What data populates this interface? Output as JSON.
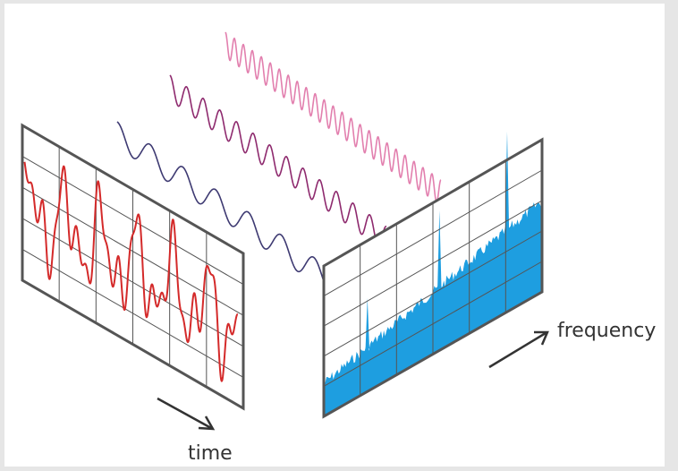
{
  "labels": {
    "time": "time",
    "frequency": "frequency"
  },
  "colors": {
    "frame": "#e6e6e6",
    "background": "#ffffff",
    "panel_border": "#555555",
    "grid": "#555555",
    "time_signal": "#d42a2a",
    "spectrum_fill": "#1e9ee0",
    "arrow": "#333333"
  },
  "waves": [
    {
      "name": "low-frequency-component",
      "color": "#3e3a72",
      "relative_frequency": 1
    },
    {
      "name": "mid-frequency-component",
      "color": "#8e2a6e",
      "relative_frequency": 2
    },
    {
      "name": "high-frequency-component",
      "color": "#e27fae",
      "relative_frequency": 3
    }
  ],
  "spectrum": {
    "peaks": [
      {
        "component": "low-frequency-component",
        "relative_height": 0.45
      },
      {
        "component": "mid-frequency-component",
        "relative_height": 0.7
      },
      {
        "component": "high-frequency-component",
        "relative_height": 0.9
      }
    ]
  }
}
